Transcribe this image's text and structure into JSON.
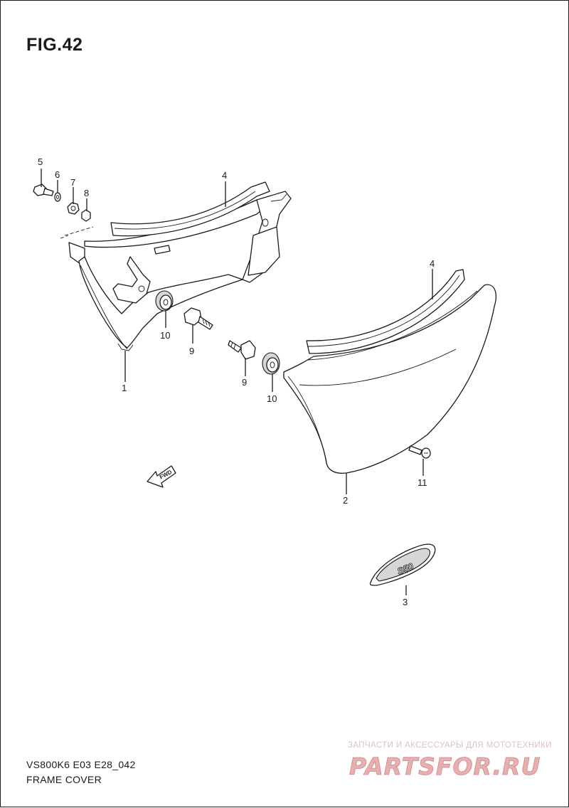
{
  "figure": {
    "title": "FIG.42"
  },
  "diagram_code": "VS800K6 E03 E28_042",
  "section_name": "FRAME COVER",
  "fwd_arrow_label": "FWD",
  "emblem_text": "S50",
  "watermark": {
    "tagline": "ЗАПЧАСТИ И АКСЕССУАРЫ ДЛЯ МОТОТЕХНИКИ",
    "logo_text": "PARTSFOR.RU"
  },
  "callouts": [
    {
      "id": "callout-1",
      "label": "1"
    },
    {
      "id": "callout-2",
      "label": "2"
    },
    {
      "id": "callout-3",
      "label": "3"
    },
    {
      "id": "callout-4-left",
      "label": "4"
    },
    {
      "id": "callout-4-right",
      "label": "4"
    },
    {
      "id": "callout-5",
      "label": "5"
    },
    {
      "id": "callout-6",
      "label": "6"
    },
    {
      "id": "callout-7",
      "label": "7"
    },
    {
      "id": "callout-8",
      "label": "8"
    },
    {
      "id": "callout-9-left",
      "label": "9"
    },
    {
      "id": "callout-9-right",
      "label": "9"
    },
    {
      "id": "callout-10-left",
      "label": "10"
    },
    {
      "id": "callout-10-right",
      "label": "10"
    },
    {
      "id": "callout-11",
      "label": "11"
    }
  ],
  "colors": {
    "line": "#1a1a1a",
    "background": "#ffffff",
    "watermark_red": "#d88a8a",
    "watermark_text": "#d9c2c2"
  }
}
